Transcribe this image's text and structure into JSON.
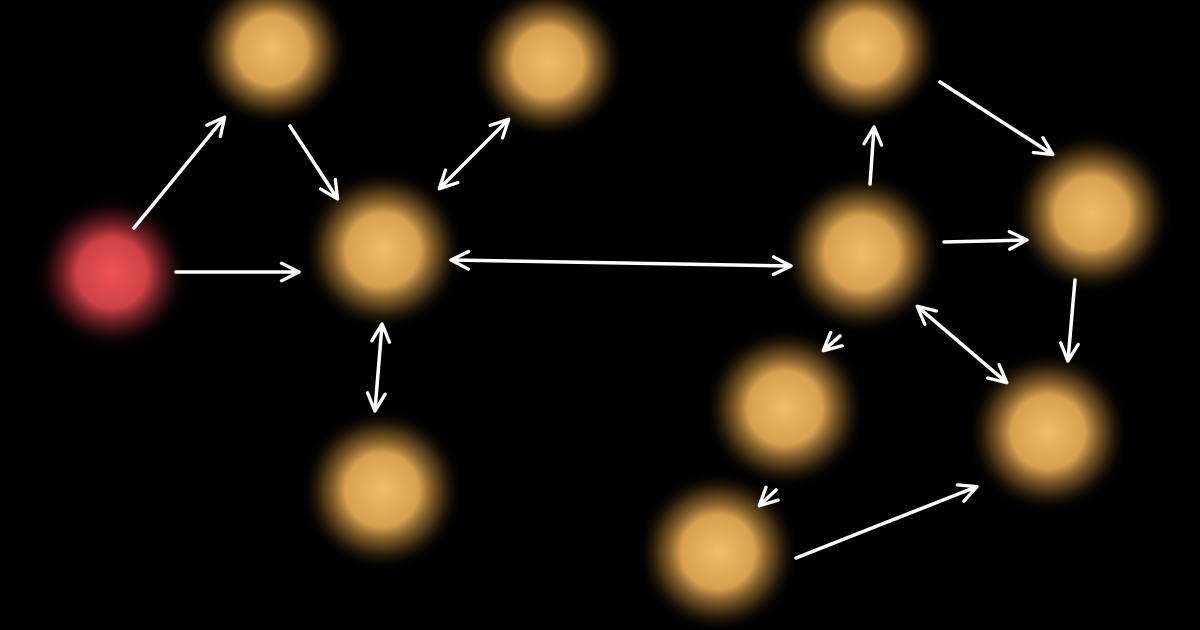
{
  "background_color": "#000000",
  "nodes": [
    {
      "id": "source",
      "kind": "source",
      "color": "#e8474b"
    },
    {
      "id": "top-left",
      "kind": "node",
      "color": "#e9b25c"
    },
    {
      "id": "top-middle",
      "kind": "node",
      "color": "#e9b25c"
    },
    {
      "id": "left-hub",
      "kind": "hub",
      "color": "#e9b25c"
    },
    {
      "id": "bottom-left",
      "kind": "node",
      "color": "#e9b25c"
    },
    {
      "id": "top-right",
      "kind": "node",
      "color": "#e9b25c"
    },
    {
      "id": "right-hub",
      "kind": "hub",
      "color": "#e9b25c"
    },
    {
      "id": "far-right",
      "kind": "node",
      "color": "#e9b25c"
    },
    {
      "id": "lower-middle",
      "kind": "node",
      "color": "#e9b25c"
    },
    {
      "id": "lower-right",
      "kind": "node",
      "color": "#e9b25c"
    },
    {
      "id": "bottom-middle",
      "kind": "node",
      "color": "#e9b25c"
    }
  ],
  "edges": [
    {
      "from": "source",
      "to": "top-left",
      "direction": "forward"
    },
    {
      "from": "source",
      "to": "left-hub",
      "direction": "forward"
    },
    {
      "from": "top-left",
      "to": "left-hub",
      "direction": "forward"
    },
    {
      "from": "left-hub",
      "to": "top-middle",
      "direction": "both"
    },
    {
      "from": "left-hub",
      "to": "bottom-left",
      "direction": "both"
    },
    {
      "from": "left-hub",
      "to": "right-hub",
      "direction": "both"
    },
    {
      "from": "right-hub",
      "to": "top-right",
      "direction": "forward"
    },
    {
      "from": "top-right",
      "to": "far-right",
      "direction": "forward"
    },
    {
      "from": "right-hub",
      "to": "far-right",
      "direction": "forward"
    },
    {
      "from": "far-right",
      "to": "lower-right",
      "direction": "forward"
    },
    {
      "from": "right-hub",
      "to": "lower-right",
      "direction": "both"
    },
    {
      "from": "right-hub",
      "to": "lower-middle",
      "direction": "forward"
    },
    {
      "from": "lower-middle",
      "to": "bottom-middle",
      "direction": "forward"
    },
    {
      "from": "bottom-middle",
      "to": "lower-right",
      "direction": "forward"
    }
  ],
  "arrow_color": "#ffffff"
}
